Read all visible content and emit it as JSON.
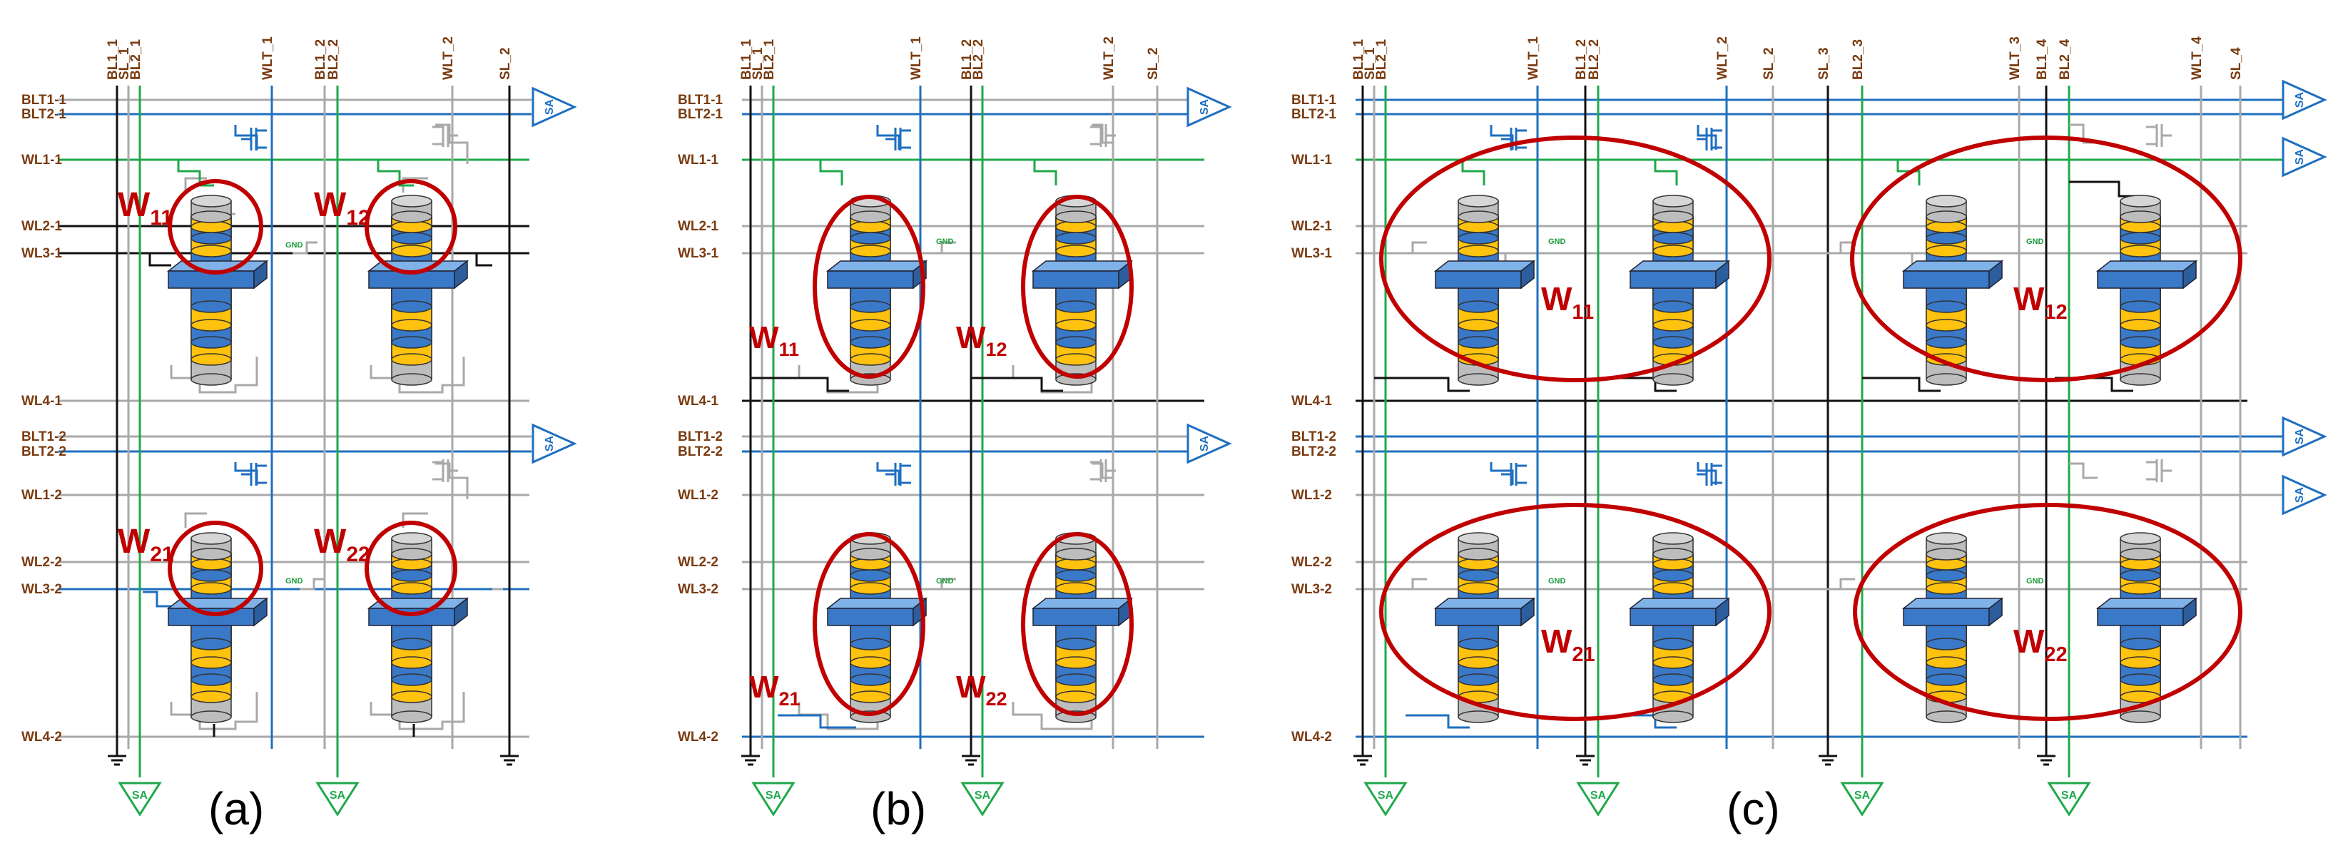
{
  "colors": {
    "black": "#111111",
    "blue": "#1f6fc0",
    "green": "#1fa84a",
    "gray": "#a9a9a9",
    "brown": "#7a3b10",
    "red": "#c00000",
    "cell_blue": "#3a78c8",
    "cell_yellow": "#ffc20e",
    "cell_gray": "#bdbdbd"
  },
  "common": {
    "sa_label": "SA",
    "gnd_label": "GND",
    "row_labels_1": [
      "BLT1-1",
      "BLT2-1",
      "WL1-1",
      "WL2-1",
      "WL3-1",
      "WL4-1"
    ],
    "row_labels_2": [
      "BLT1-2",
      "BLT2-2",
      "WL1-2",
      "WL2-2",
      "WL3-2",
      "WL4-2"
    ]
  },
  "panels": [
    {
      "label": "(a)",
      "col_labels": [
        "BL1_1",
        "SL_1",
        "BL2_1",
        "WLT_1",
        "BL1_2",
        "BL2_2",
        "WLT_2",
        "SL_2"
      ],
      "weights": [
        [
          "W",
          "11"
        ],
        [
          "W",
          "12"
        ],
        [
          "W",
          "21"
        ],
        [
          "W",
          "22"
        ]
      ]
    },
    {
      "label": "(b)",
      "col_labels": [
        "BL1_1",
        "SL_1",
        "BL2_1",
        "WLT_1",
        "BL1_2",
        "BL2_2",
        "WLT_2",
        "SL_2"
      ],
      "weights": [
        [
          "W",
          "11"
        ],
        [
          "W",
          "12"
        ],
        [
          "W",
          "21"
        ],
        [
          "W",
          "22"
        ]
      ]
    },
    {
      "label": "(c)",
      "col_labels": [
        "BL1_1",
        "SL_1",
        "BL2_1",
        "WLT_1",
        "BL1_2",
        "BL2_2",
        "WLT_2",
        "SL_2",
        "SL_3",
        "BL2_3",
        "WLT_3",
        "BL1_4",
        "BL2_4",
        "WLT_4",
        "SL_4"
      ],
      "weights": [
        [
          "W",
          "11"
        ],
        [
          "W",
          "12"
        ],
        [
          "W",
          "21"
        ],
        [
          "W",
          "22"
        ]
      ]
    }
  ]
}
